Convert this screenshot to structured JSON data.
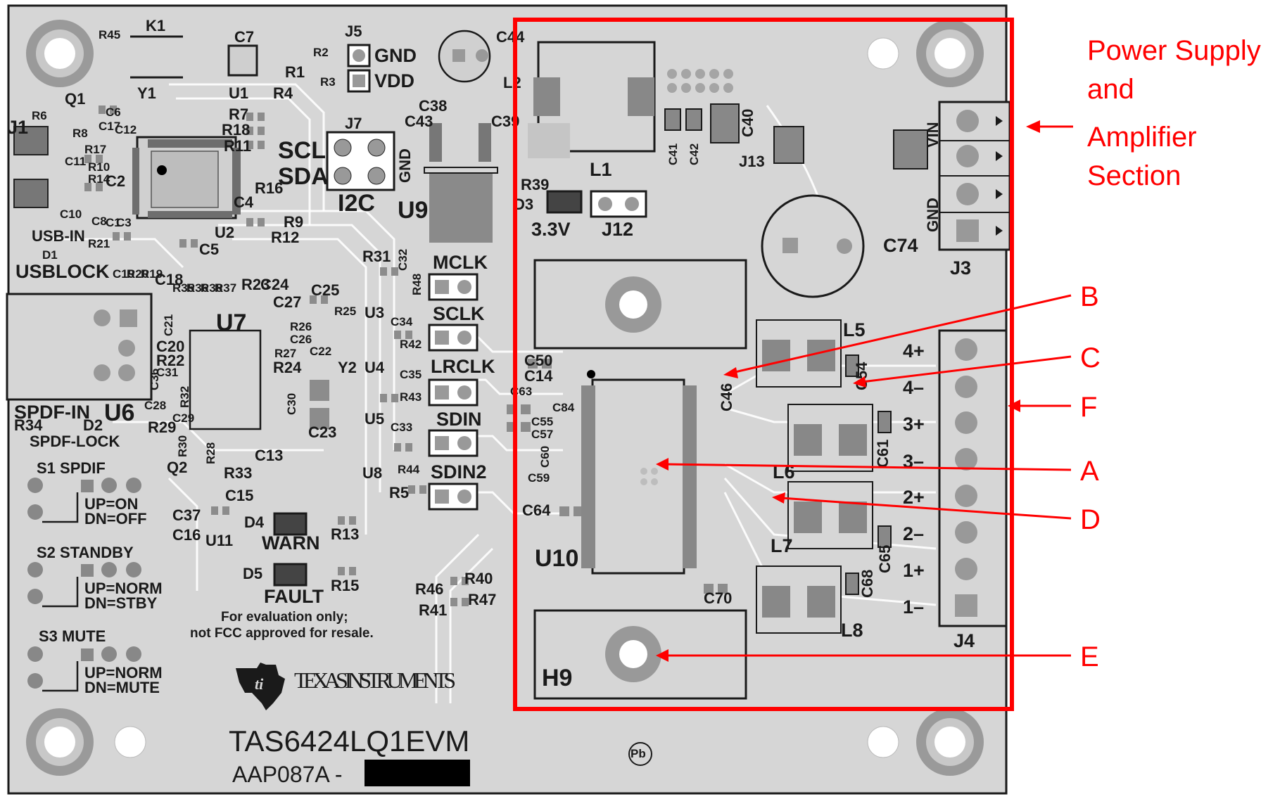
{
  "board": {
    "name": "TAS6424LQ1EVM",
    "code": "AAP087A -",
    "company": "TEXAS INSTRUMENTS",
    "note_line1": "For evaluation only;",
    "note_line2": "not FCC approved for resale."
  },
  "section_label": {
    "line1": "Power Supply",
    "line2": "and",
    "line3": "Amplifier",
    "line4": "Section"
  },
  "callouts": [
    "B",
    "C",
    "F",
    "A",
    "D",
    "E"
  ],
  "silkscreen": {
    "K1": "K1",
    "R45": "R45",
    "C7": "C7",
    "J5": "J5",
    "GND": "GND",
    "VDD": "VDD",
    "C44": "C44",
    "R2": "R2",
    "R1": "R1",
    "R3": "R3",
    "R4": "R4",
    "U1": "U1",
    "Y1": "Y1",
    "Q1": "Q1",
    "R6": "R6",
    "J1": "J1",
    "C6": "C6",
    "C17": "C17",
    "C12": "C12",
    "R8": "R8",
    "R17": "R17",
    "C11": "C11",
    "R10": "R10",
    "R14": "R14",
    "C2": "C2",
    "C10": "C10",
    "C8": "C8",
    "C1": "C1",
    "C3": "C3",
    "USB_IN": "USB-IN",
    "R21": "R21",
    "D1": "D1",
    "USBLOCK": "USBLOCK",
    "C19": "C19",
    "R20": "R20",
    "R19": "R19",
    "C18": "C18",
    "C5": "C5",
    "R35": "R35",
    "R36": "R36",
    "R38": "R38",
    "R37": "R37",
    "R23": "R23",
    "C24": "C24",
    "U2": "U2",
    "C4": "C4",
    "R16": "R16",
    "R7": "R7",
    "R18": "R18",
    "R11": "R11",
    "R9": "R9",
    "R12": "R12",
    "J7": "J7",
    "SCL": "SCL",
    "SDA": "SDA",
    "I2C": "I2C",
    "U9": "U9",
    "C38": "C38",
    "C43": "C43",
    "C39": "C39",
    "L2": "L2",
    "L1": "L1",
    "C41": "C41",
    "C42": "C42",
    "C40": "C40",
    "J13": "J13",
    "R39": "R39",
    "D3": "D3",
    "V33": "3.3V",
    "J12": "J12",
    "C74": "C74",
    "J3": "J3",
    "VIN": "VIN",
    "R31": "R31",
    "C32": "C32",
    "R48": "R48",
    "MCLK": "MCLK",
    "SCLK": "SCLK",
    "LRCLK": "LRCLK",
    "SDIN": "SDIN",
    "SDIN2": "SDIN2",
    "C27": "C27",
    "C25": "C25",
    "R25": "R25",
    "U3": "U3",
    "C34": "C34",
    "R42": "R42",
    "R26": "R26",
    "C26": "C26",
    "R27": "R27",
    "C22": "C22",
    "R24": "R24",
    "Y2": "Y2",
    "U4": "U4",
    "C35": "C35",
    "R43": "R43",
    "C30": "C30",
    "C23": "C23",
    "U5": "U5",
    "C33": "C33",
    "U8": "U8",
    "R44": "R44",
    "R5": "R5",
    "U7": "U7",
    "C21": "C21",
    "C20": "C20",
    "R22": "R22",
    "C31": "C31",
    "C36": "C36",
    "C28": "C28",
    "R32": "R32",
    "C29": "C29",
    "R29": "R29",
    "R30": "R30",
    "Q2": "Q2",
    "R28": "R28",
    "R33": "R33",
    "C13": "C13",
    "SPDF_IN": "SPDF-IN",
    "U6": "U6",
    "R34": "R34",
    "D2": "D2",
    "SPDF_LOCK": "SPDF-LOCK",
    "S1": "S1 SPDIF",
    "UP_ON": "UP=ON",
    "DN_OFF": "DN=OFF",
    "C15": "C15",
    "C37": "C37",
    "C16": "C16",
    "U11": "U11",
    "D4": "D4",
    "WARN": "WARN",
    "R13": "R13",
    "S2": "S2 STANDBY",
    "UP_NORM": "UP=NORM",
    "DN_STBY": "DN=STBY",
    "D5": "D5",
    "FAULT": "FAULT",
    "R15": "R15",
    "R46": "R46",
    "R40": "R40",
    "R41": "R41",
    "R47": "R47",
    "S3": "S3 MUTE",
    "UP_NORM2": "UP=NORM",
    "DN_MUTE": "DN=MUTE",
    "C50": "C50",
    "C14": "C14",
    "C84": "C84",
    "C63": "C63",
    "C55": "C55",
    "C57": "C57",
    "C60": "C60",
    "C59": "C59",
    "C64": "C64",
    "U10": "U10",
    "C46": "C46",
    "L5": "L5",
    "C54": "C54",
    "L6": "L6",
    "C61": "C61",
    "L7": "L7",
    "C65": "C65",
    "C68": "C68",
    "L8": "L8",
    "C70": "C70",
    "H9": "H9",
    "J4": "J4",
    "P4p": "4+",
    "P4m": "4–",
    "P3p": "3+",
    "P3m": "3–",
    "P2p": "2+",
    "P2m": "2–",
    "P1p": "1+",
    "P1m": "1–",
    "Pb": "Pb"
  },
  "colors": {
    "board": "#d6d6d6",
    "silkscreen": "#1a1a1a",
    "highlight": "#ff0000"
  }
}
